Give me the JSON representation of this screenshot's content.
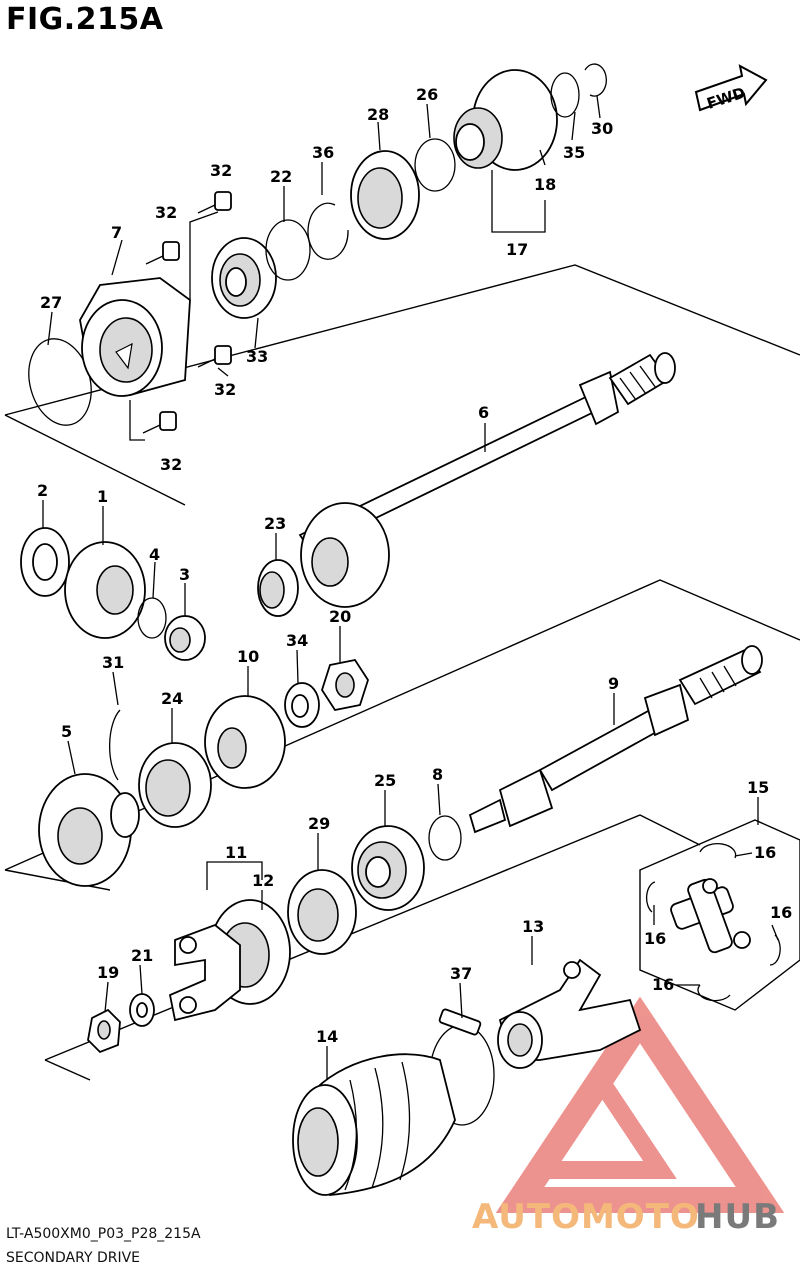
{
  "figure": {
    "title": "FIG.215A",
    "model_code": "LT-A500XM0_P03_P28_215A",
    "caption": "SECONDARY DRIVE",
    "direction_label": "FWD"
  },
  "callouts": {
    "c1": "1",
    "c2": "2",
    "c3": "3",
    "c4": "4",
    "c5": "5",
    "c6": "6",
    "c7": "7",
    "c8": "8",
    "c9": "9",
    "c10": "10",
    "c11": "11",
    "c12": "12",
    "c13": "13",
    "c14": "14",
    "c15": "15",
    "c16a": "16",
    "c16b": "16",
    "c16c": "16",
    "c16d": "16",
    "c17": "17",
    "c18": "18",
    "c19": "19",
    "c20": "20",
    "c21": "21",
    "c22": "22",
    "c23": "23",
    "c24": "24",
    "c25": "25",
    "c26": "26",
    "c27": "27",
    "c28": "28",
    "c29": "29",
    "c30": "30",
    "c31": "31",
    "c32a": "32",
    "c32b": "32",
    "c32c": "32",
    "c32d": "32",
    "c33": "33",
    "c34": "34",
    "c35": "35",
    "c36": "36",
    "c37": "37"
  },
  "watermark": {
    "text_part1": "AUTOMOTO",
    "text_part2": "HUB",
    "color_part1": "#f4b87a",
    "color_part2": "#7a7a7a",
    "logo_color": "#e8706a"
  }
}
